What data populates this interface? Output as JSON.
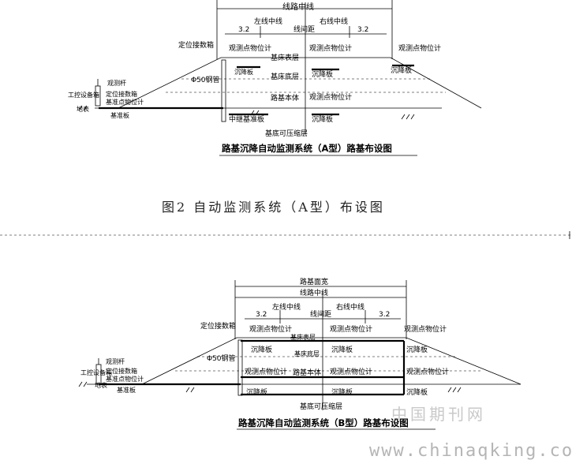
{
  "diagram_a": {
    "labels": {
      "centerline": "线路中线",
      "left_track": "左线中线",
      "right_track": "右线中线",
      "track_spacing": "线间距",
      "dim_left": "3.2",
      "dim_right": "3.2",
      "positioning_box": "定位接数箱",
      "gauge_1": "观测点物位计",
      "gauge_2": "观测点物位计",
      "gauge_3": "观测点物位计",
      "gauge_4": "观测点物位计",
      "bed_surface": "基床表层",
      "bed_bottom": "基床底层",
      "subgrade_body": "路基本体",
      "settle_plate_1": "沉降板",
      "settle_plate_2": "沉降板",
      "settle_plate_3": "沉降板",
      "settle_plate_4": "沉降板",
      "pipe": "Φ50钢管",
      "obs_rod": "观测杆",
      "station": "工控设备箱",
      "station_box": "定位接数箱",
      "station_gauge": "基准点物位计",
      "ground": "地表",
      "base_plate": "基准板",
      "relay_plate": "中继基准板",
      "foundation": "基底可压缩层",
      "caption": "路基沉降自动监测系统（A型）路基布设图"
    },
    "figure_caption": "图2 自动监测系统（A型）布设图"
  },
  "diagram_b": {
    "labels": {
      "width": "路基面宽",
      "centerline": "线路中线",
      "left_track": "左线中线",
      "right_track": "右线中线",
      "track_spacing": "线间距",
      "dim_left": "3.2",
      "dim_right": "3.2",
      "positioning_box": "定位接数箱",
      "gauge_1": "观测点物位计",
      "gauge_2": "观测点物位计",
      "gauge_3": "观测点物位计",
      "gauge_4": "观测点物位计",
      "gauge_5": "观测点物位计",
      "gauge_6": "观测点物位计",
      "bed_surface": "基床表层",
      "bed_bottom": "基床底层",
      "subgrade_body": "路基本体",
      "settle_1": "沉降板",
      "settle_2": "沉降板",
      "settle_3": "沉降板",
      "settle_4": "沉降板",
      "settle_5": "沉降板",
      "settle_6": "沉降板",
      "pipe": "Φ50钢管",
      "obs_rod": "观测杆",
      "station": "工控设备箱",
      "station_box": "定位接数箱",
      "station_gauge": "基准点物位计",
      "ground": "地表",
      "base_plate": "基准板",
      "foundation": "基底可压缩层",
      "caption": "路基沉降自动监测系统（B型）路基布设图"
    }
  },
  "watermark": {
    "cn": "中国期刊网",
    "url": "www.chinaqking.com"
  }
}
